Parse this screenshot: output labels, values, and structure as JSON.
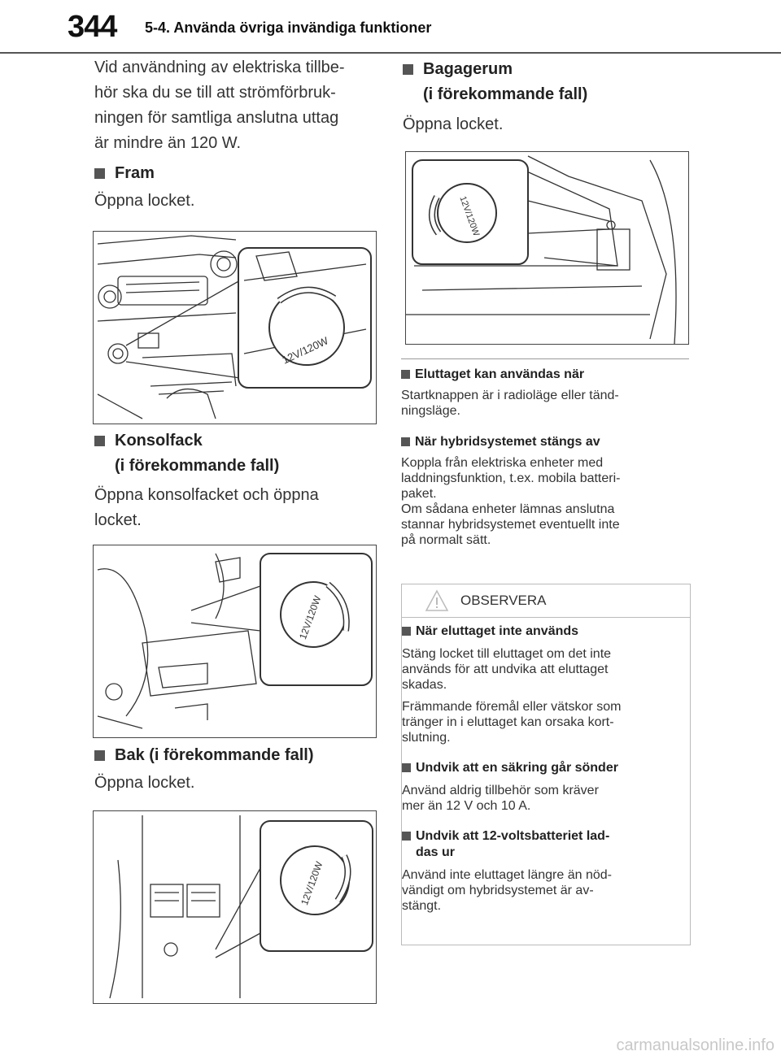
{
  "header": {
    "page_number": "344",
    "section": "5-4. Använda övriga invändiga funktioner"
  },
  "left": {
    "intro": [
      "Vid användning av elektriska tillbe-",
      "hör ska du se till att strömförbruk-",
      "ningen för samtliga anslutna uttag",
      "är mindre än 120 W."
    ],
    "fram": {
      "heading": "Fram",
      "text": "Öppna locket."
    },
    "fig1": {
      "cap_label": "12V/120W"
    },
    "konsol": {
      "heading_lines": [
        "Konsolfack",
        "(i förekommande fall)"
      ],
      "text_lines": [
        "Öppna konsolfacket och öppna",
        "locket."
      ]
    },
    "fig2": {
      "cap_label": "12V/120W"
    },
    "bak": {
      "heading": "Bak (i förekommande fall)",
      "text": "Öppna locket."
    },
    "fig3": {
      "cap_label": "12V/120W"
    }
  },
  "right": {
    "bagage": {
      "heading_lines": [
        "Bagagerum",
        "(i förekommande fall)"
      ],
      "text": "Öppna locket."
    },
    "fig4": {
      "cap_label": "12V/120W"
    },
    "notes": [
      {
        "heading": "Eluttaget kan användas när",
        "lines": [
          "Startknappen är i radioläge eller tänd-",
          "ningsläge."
        ]
      },
      {
        "heading": "När hybridsystemet stängs av",
        "lines": [
          "Koppla från elektriska enheter med",
          "laddningsfunktion, t.ex. mobila batteri-",
          "paket.",
          "Om sådana enheter lämnas anslutna",
          "stannar hybridsystemet eventuellt inte",
          "på normalt sätt."
        ]
      }
    ],
    "caution": {
      "title": "OBSERVERA",
      "sections": [
        {
          "heading": "När eluttaget inte används",
          "paras": [
            [
              "Stäng locket till eluttaget om det inte",
              "används för att undvika att eluttaget",
              "skadas."
            ],
            [
              "Främmande föremål eller vätskor som",
              "tränger in i eluttaget kan orsaka kort-",
              "slutning."
            ]
          ]
        },
        {
          "heading": "Undvik att en säkring går sönder",
          "paras": [
            [
              "Använd aldrig tillbehör som kräver",
              "mer än 12 V och 10 A."
            ]
          ]
        },
        {
          "heading_lines": [
            "Undvik att 12-voltsbatteriet lad-",
            "das ur"
          ],
          "paras": [
            [
              "Använd inte eluttaget längre än nöd-",
              "vändigt om hybridsystemet är av-",
              "stängt."
            ]
          ]
        }
      ]
    }
  },
  "footer": {
    "watermark": "carmanualsonline.info"
  },
  "colors": {
    "text": "#333333",
    "rule": "#555555",
    "box_border": "#bbbbbb"
  }
}
